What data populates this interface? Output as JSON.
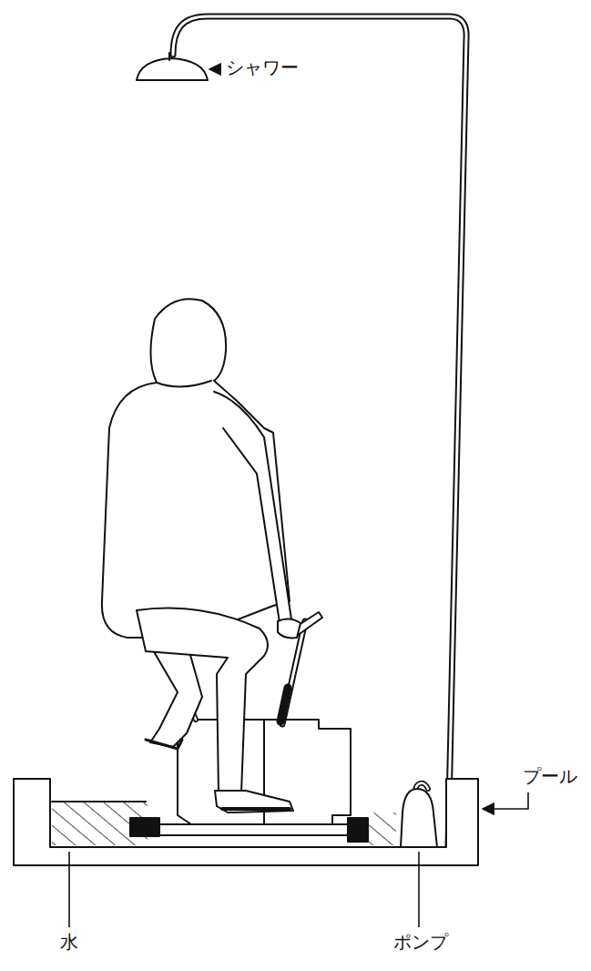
{
  "diagram": {
    "labels": [
      "シャワー",
      "プール",
      "水",
      "ポンプ"
    ]
  }
}
